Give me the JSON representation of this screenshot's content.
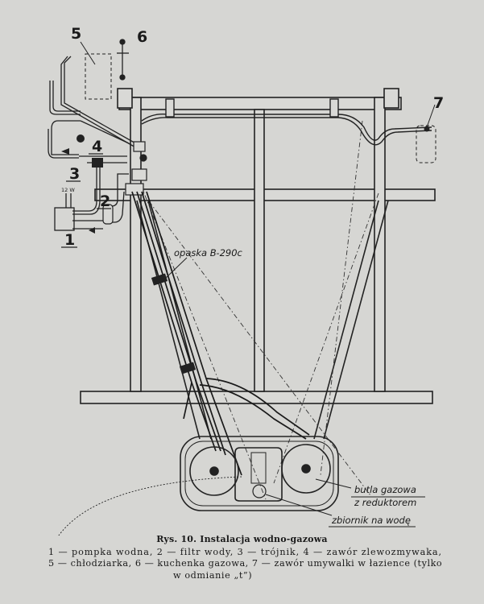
{
  "figure": {
    "labels": {
      "n1": "1",
      "n2": "2",
      "n3": "3",
      "n4": "4",
      "n5": "5",
      "n6": "6",
      "n7": "7",
      "band": "opaska B-290c",
      "bottle_line1": "butla gazowa",
      "bottle_line2": "z reduktorem",
      "tank": "zbiornik na wodę",
      "voltage": "12 W"
    }
  },
  "caption": {
    "title": "Rys. 10. Instalacja wodno-gazowa",
    "line1": "1 — pompka wodna, 2 — filtr wody, 3 — trójnik, 4 — zawór zlewozmywaka,",
    "line2": "5 — chłodziarka, 6 — kuchenka gazowa, 7 — zawór umywalki w łazience (tylko",
    "line3": "w odmianie „t”)"
  }
}
